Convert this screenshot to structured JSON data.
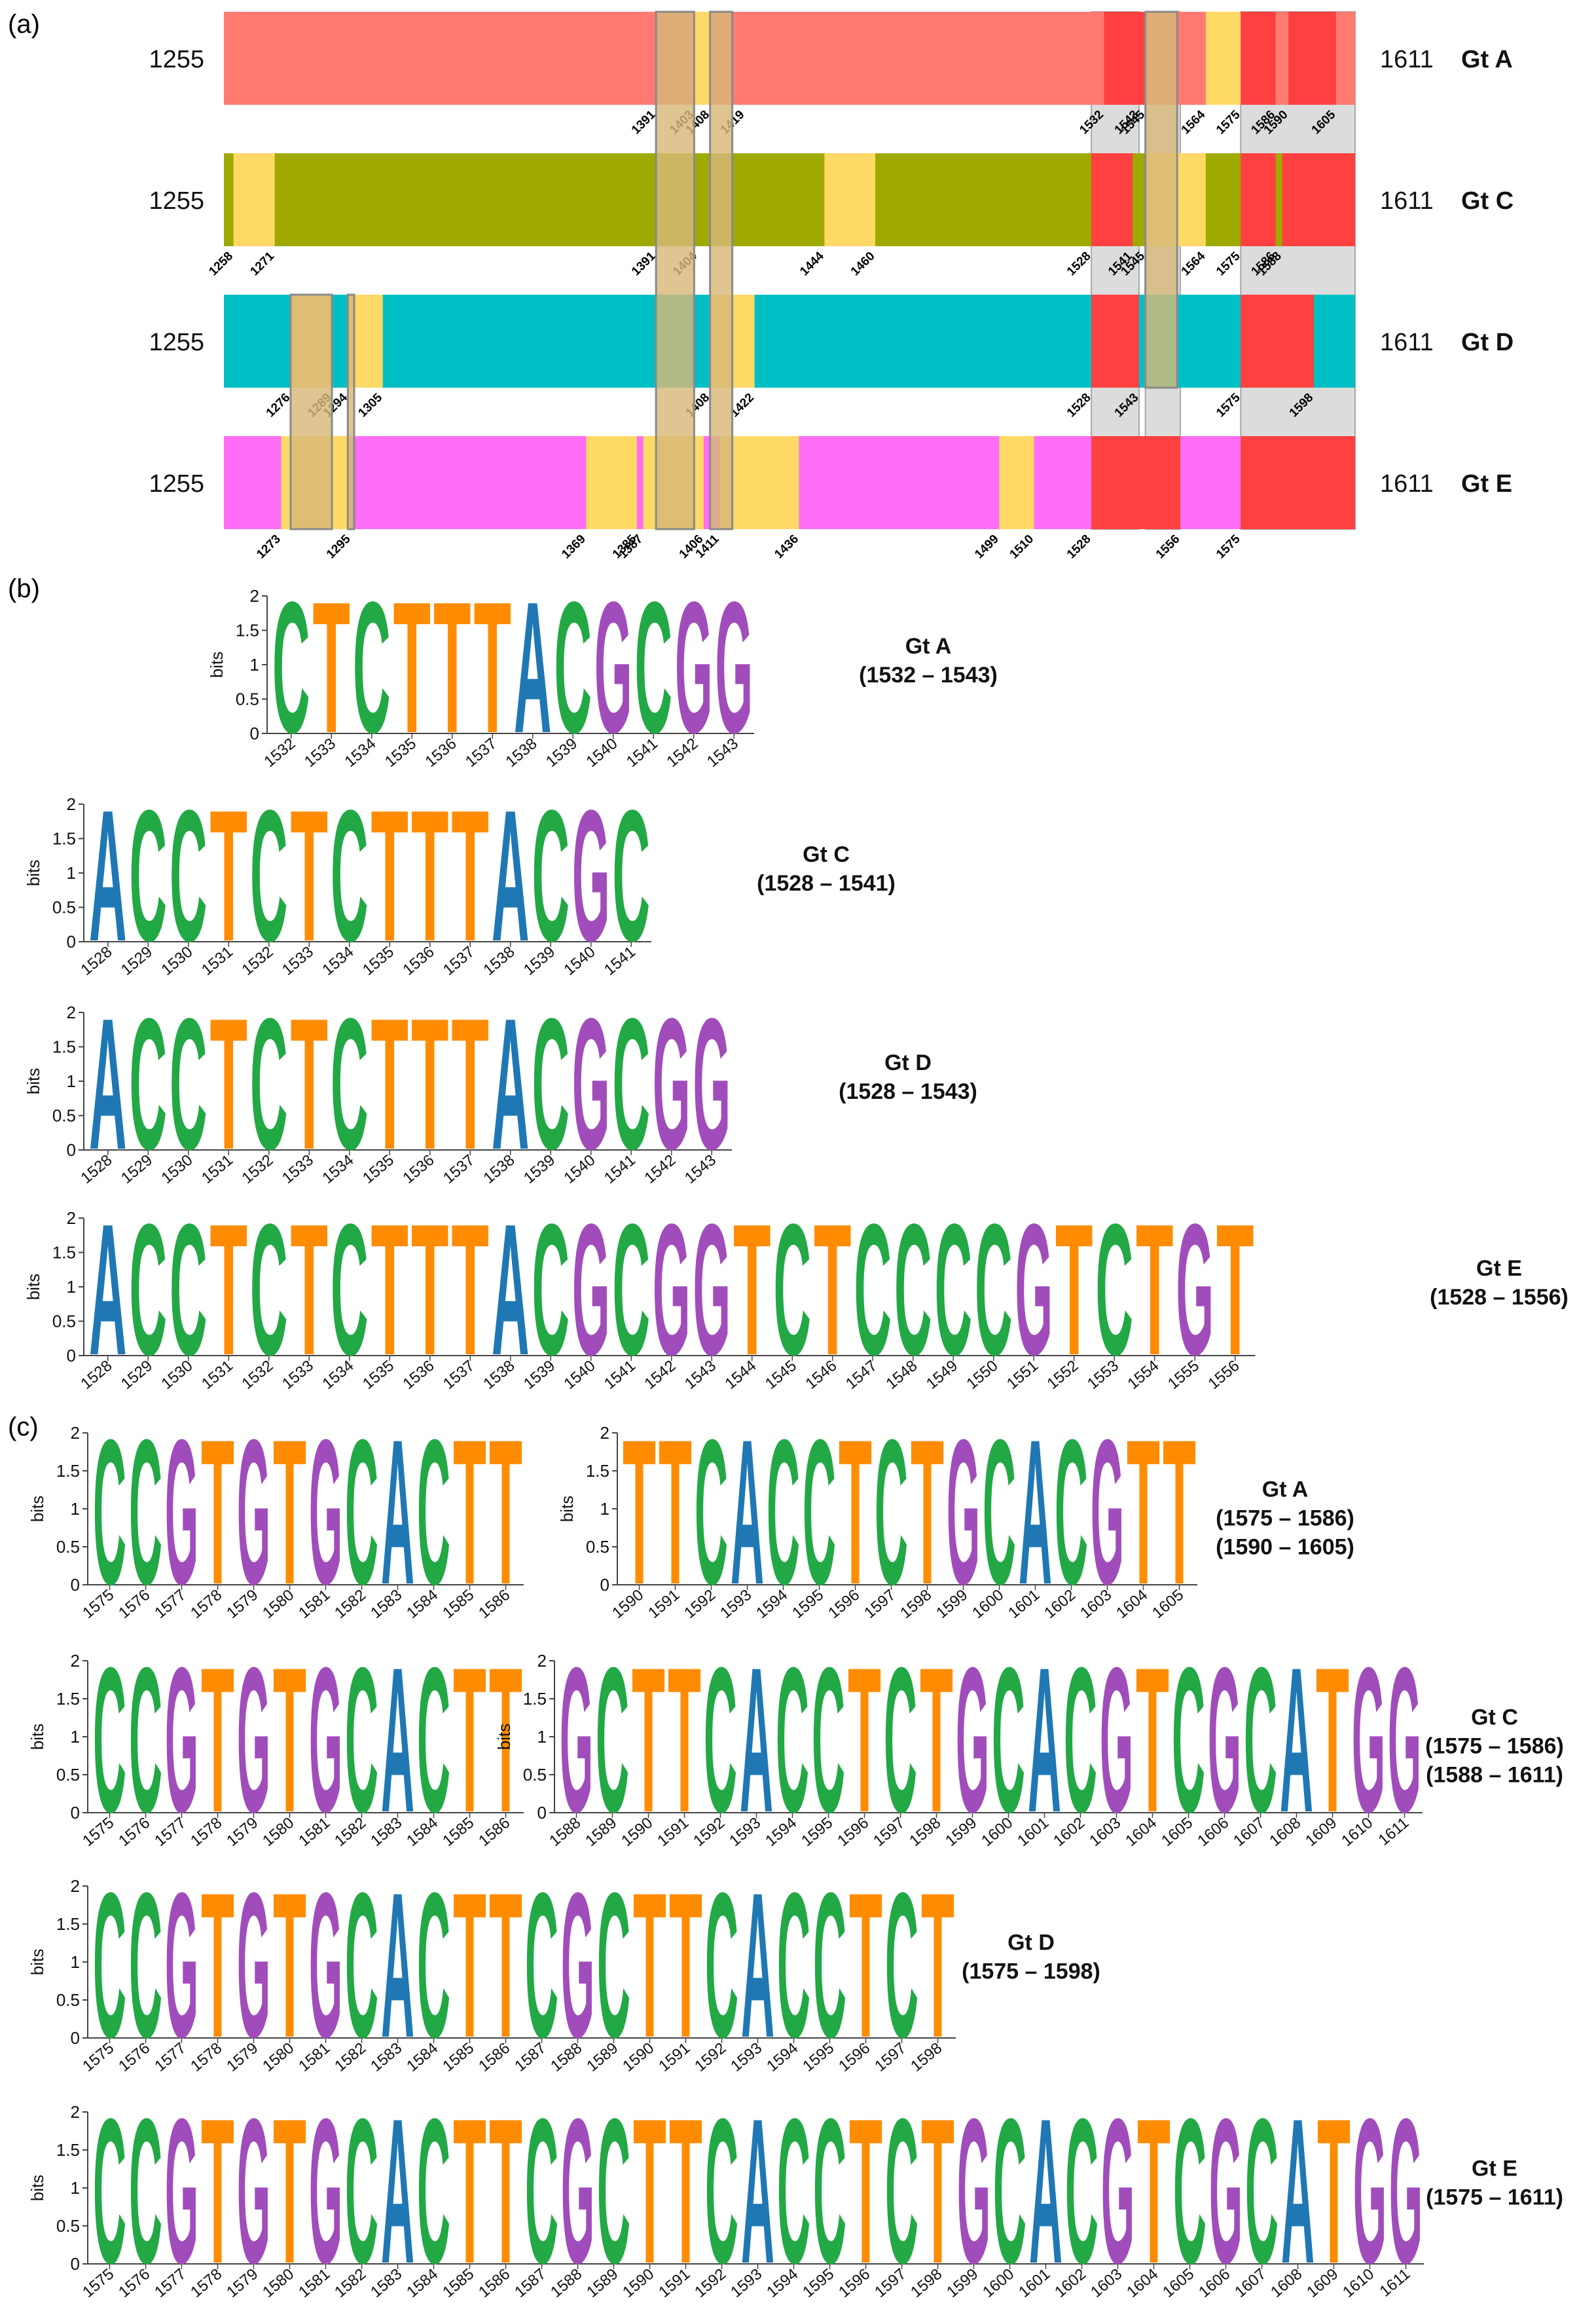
{
  "figure": {
    "panel_labels": {
      "a": "(a)",
      "b": "(b)",
      "c": "(c)"
    },
    "colors": {
      "A": "#1f78b4",
      "C": "#22a845",
      "G": "#a04dbb",
      "T": "#ff8c00",
      "highlight_red": "#ff4040",
      "variable_yellow": "#ffd966",
      "overlap_box": "#d7b879",
      "gray_band": "#dcdcdc"
    }
  },
  "panel_a": {
    "start": 1255,
    "end": 1611,
    "tracks": [
      {
        "id": "gtA",
        "label": "Gt A",
        "start_label": "1255",
        "end_label": "1611",
        "base_color": "#ff7b72",
        "segments": [
          {
            "from": 1403,
            "to": 1408,
            "kind": "yellow"
          },
          {
            "from": 1532,
            "to": 1543,
            "kind": "red"
          },
          {
            "from": 1543,
            "to": 1545,
            "kind": "red"
          },
          {
            "from": 1564,
            "to": 1575,
            "kind": "yellow"
          },
          {
            "from": 1575,
            "to": 1586,
            "kind": "red"
          },
          {
            "from": 1590,
            "to": 1605,
            "kind": "red"
          }
        ],
        "tick_labels": [
          "1391",
          "1403",
          "1408",
          "1419",
          "1532",
          "1543",
          "1545",
          "1564",
          "1575",
          "1586",
          "1590",
          "1605"
        ],
        "tick_values": [
          1391,
          1403,
          1408,
          1419,
          1532,
          1543,
          1545,
          1564,
          1575,
          1586,
          1590,
          1605
        ]
      },
      {
        "id": "gtC",
        "label": "Gt C",
        "start_label": "1255",
        "end_label": "1611",
        "base_color": "#9faa00",
        "segments": [
          {
            "from": 1258,
            "to": 1271,
            "kind": "yellow"
          },
          {
            "from": 1444,
            "to": 1460,
            "kind": "yellow"
          },
          {
            "from": 1528,
            "to": 1541,
            "kind": "red"
          },
          {
            "from": 1545,
            "to": 1564,
            "kind": "yellow"
          },
          {
            "from": 1575,
            "to": 1586,
            "kind": "red"
          },
          {
            "from": 1588,
            "to": 1611,
            "kind": "red"
          }
        ],
        "tick_labels": [
          "1258",
          "1271",
          "1391",
          "1404",
          "1444",
          "1460",
          "1528",
          "1541",
          "1545",
          "1564",
          "1575",
          "1586",
          "1588"
        ],
        "tick_values": [
          1258,
          1271,
          1391,
          1404,
          1444,
          1460,
          1528,
          1541,
          1545,
          1564,
          1575,
          1586,
          1588
        ]
      },
      {
        "id": "gtD",
        "label": "Gt D",
        "start_label": "1255",
        "end_label": "1611",
        "base_color": "#00c0c6",
        "segments": [
          {
            "from": 1276,
            "to": 1289,
            "kind": "yellow"
          },
          {
            "from": 1294,
            "to": 1305,
            "kind": "yellow"
          },
          {
            "from": 1408,
            "to": 1422,
            "kind": "yellow"
          },
          {
            "from": 1528,
            "to": 1543,
            "kind": "red"
          },
          {
            "from": 1575,
            "to": 1598,
            "kind": "red"
          }
        ],
        "tick_labels": [
          "1276",
          "1289",
          "1294",
          "1305",
          "1408",
          "1422",
          "1528",
          "1543",
          "1575",
          "1598"
        ],
        "tick_values": [
          1276,
          1289,
          1294,
          1305,
          1408,
          1422,
          1528,
          1543,
          1575,
          1598
        ]
      },
      {
        "id": "gtE",
        "label": "Gt E",
        "start_label": "1255",
        "end_label": "1611",
        "base_color": "#ff6cf6",
        "segments": [
          {
            "from": 1273,
            "to": 1295,
            "kind": "yellow"
          },
          {
            "from": 1369,
            "to": 1385,
            "kind": "yellow"
          },
          {
            "from": 1387,
            "to": 1406,
            "kind": "yellow"
          },
          {
            "from": 1411,
            "to": 1436,
            "kind": "yellow"
          },
          {
            "from": 1499,
            "to": 1510,
            "kind": "yellow"
          },
          {
            "from": 1528,
            "to": 1556,
            "kind": "red"
          },
          {
            "from": 1575,
            "to": 1611,
            "kind": "red"
          }
        ],
        "tick_labels": [
          "1273",
          "1295",
          "1369",
          "1385",
          "1387",
          "1406",
          "1411",
          "1436",
          "1499",
          "1510",
          "1528",
          "1556",
          "1575"
        ],
        "tick_values": [
          1273,
          1295,
          1369,
          1385,
          1387,
          1406,
          1411,
          1436,
          1499,
          1510,
          1528,
          1556,
          1575
        ]
      }
    ],
    "overlap_boxes": [
      {
        "from": 1391,
        "to": 1403,
        "tracks": "0-3"
      },
      {
        "from": 1408,
        "to": 1415,
        "tracks": "0-3"
      },
      {
        "from": 1276,
        "to": 1289,
        "tracks": "2-3"
      },
      {
        "from": 1294,
        "to": 1296,
        "tracks": "2-3"
      },
      {
        "from": 1545,
        "to": 1555,
        "tracks": "0-2"
      }
    ],
    "gray_bands": [
      {
        "from": 1528,
        "to": 1543,
        "tracks": "0-3"
      },
      {
        "from": 1545,
        "to": 1556,
        "tracks": "0-3"
      },
      {
        "from": 1575,
        "to": 1611,
        "tracks": "0-3"
      }
    ]
  },
  "panel_b": {
    "logos": [
      {
        "id": "b-gtA",
        "label": "Gt A",
        "range": "(1532 – 1543)",
        "sequence": "CTCTTTACGCGG",
        "start": 1532
      },
      {
        "id": "b-gtC",
        "label": "Gt C",
        "range": "(1528 – 1541)",
        "sequence": "ACCTCTCTTTACGC",
        "start": 1528
      },
      {
        "id": "b-gtD",
        "label": "Gt D",
        "range": "(1528 – 1543)",
        "sequence": "ACCTCTCTTTACGCGG",
        "start": 1528
      },
      {
        "id": "b-gtE",
        "label": "Gt E",
        "range": "(1528 – 1556)",
        "sequence": "ACCTCTCTTTACGCGGTCTCCCCGTCTGT",
        "start": 1528
      }
    ]
  },
  "panel_c": {
    "logos": [
      {
        "id": "c-gtA1",
        "label": "",
        "range": "",
        "sequence": "CCGTGTGCACTT",
        "start": 1575
      },
      {
        "id": "c-gtA2",
        "label": "Gt A",
        "range": "(1575 – 1586)",
        "range2": "(1590 – 1605)",
        "sequence": "TTCACCTCTGCACGTT",
        "start": 1590
      },
      {
        "id": "c-gtC1",
        "label": "",
        "range": "",
        "sequence": "CCGTGTGCACTT",
        "start": 1575
      },
      {
        "id": "c-gtC2",
        "label": "Gt C",
        "range": "(1575 – 1586)",
        "range2": "(1588 – 1611)",
        "sequence": "GCTTCACCTCTGCACGTCGCATGG",
        "start": 1588
      },
      {
        "id": "c-gtD",
        "label": "Gt D",
        "range": "(1575 – 1598)",
        "sequence": "CCGTGTGCACTTCGCTTCACCTCT",
        "start": 1575
      },
      {
        "id": "c-gtE",
        "label": "Gt E",
        "range": "(1575 – 1611)",
        "sequence": "CCGTGTGCACTTCGCTTCACCTCTGCACGTCGCATGG",
        "start": 1575
      }
    ]
  },
  "logo_axis": {
    "ylabel": "bits",
    "ticks": [
      "0",
      "0.5",
      "1",
      "1.5",
      "2"
    ]
  }
}
